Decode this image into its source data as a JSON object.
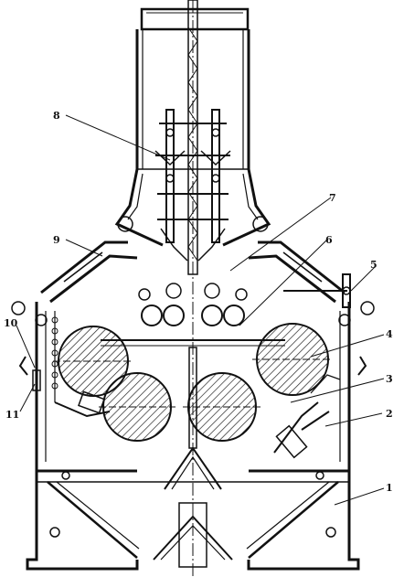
{
  "labels": {
    "l1": "1",
    "l2": "2",
    "l3": "3",
    "l4": "4",
    "l5": "5",
    "l6": "6",
    "l7": "7",
    "l8": "8",
    "l9": "9",
    "l10": "10",
    "l11": "11"
  },
  "colors": {
    "ink": "#111111",
    "paper": "#ffffff"
  }
}
